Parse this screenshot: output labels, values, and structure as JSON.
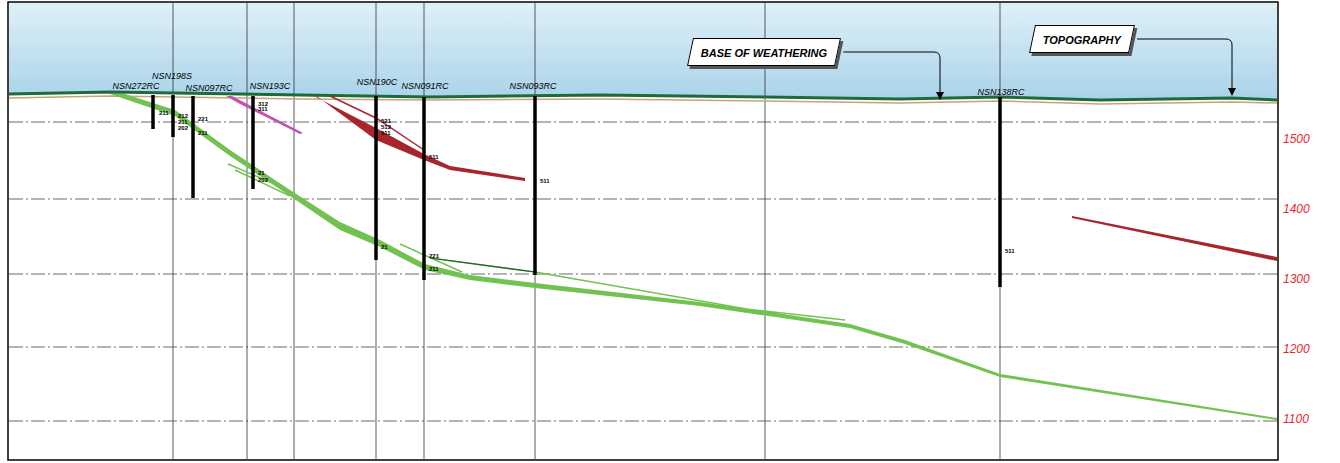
{
  "diagram": {
    "nodes": [
      {
        "text": [
          "BASE OF WEATHERING"
        ]
      },
      {
        "text": [
          "TOPOGRAPHY"
        ]
      }
    ],
    "labels": [
      "NSN272RC",
      "NSN198S",
      "NSN097RC",
      "NSN193C",
      "NSN190C",
      "NSN091RC",
      "NSN093RC",
      "NSN138RC",
      "211",
      "212",
      "211",
      "202",
      "221",
      "211",
      "312",
      "311",
      "21",
      "202",
      "521",
      "512",
      "511",
      "21",
      "511",
      "221",
      "211",
      "511",
      "511",
      "1500",
      "1400",
      "1300",
      "1200",
      "1100"
    ]
  }
}
